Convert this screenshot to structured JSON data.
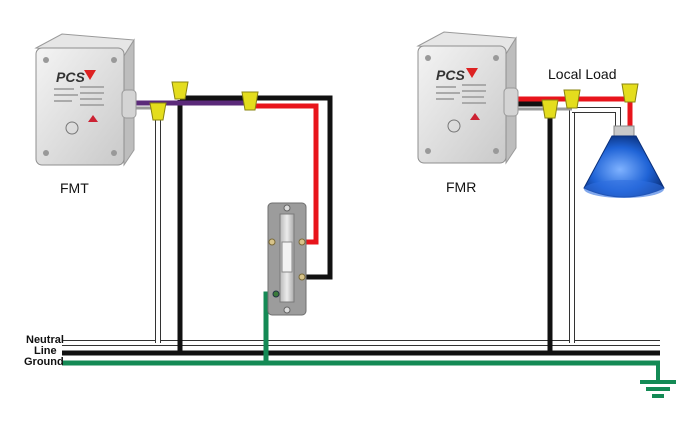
{
  "devices": {
    "transmitter": {
      "label": "FMT",
      "brand": "PCS"
    },
    "receiver": {
      "label": "FMR",
      "brand": "PCS"
    }
  },
  "load": {
    "label": "Local Load"
  },
  "bus": {
    "neutral": "Neutral",
    "line": "Line",
    "ground": "Ground"
  },
  "colors": {
    "hot": "#e8141b",
    "line": "#111111",
    "neutral": "#ffffff",
    "ground": "#148a55",
    "purple": "#5b2a7a",
    "connector": "#e4dd1d",
    "lamp": "#1f63d6"
  }
}
